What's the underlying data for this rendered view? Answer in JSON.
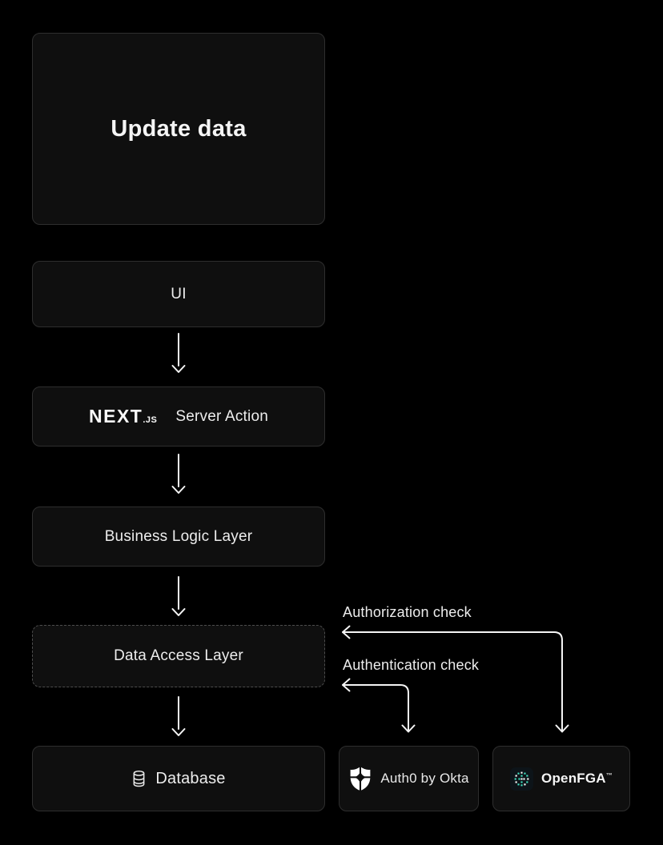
{
  "title": "Update data flow diagram",
  "nodes": {
    "update_data": {
      "label": "Update data"
    },
    "ui": {
      "label": "UI"
    },
    "server_action": {
      "brand": "NEXT",
      "brand_suffix": ".js",
      "label": "Server Action"
    },
    "business_logic": {
      "label": "Business Logic Layer"
    },
    "data_access": {
      "label": "Data Access Layer"
    },
    "database": {
      "label": "Database",
      "icon": "database-cylinder-icon"
    },
    "auth0": {
      "label": "Auth0 by Okta",
      "icon": "auth0-shield-icon"
    },
    "openfga": {
      "label": "OpenFGA",
      "trademark": "™",
      "icon": "openfga-logo-icon"
    }
  },
  "annotations": {
    "authorization": {
      "label": "Authorization check"
    },
    "authentication": {
      "label": "Authentication check"
    }
  },
  "edges": [
    {
      "from": "ui",
      "to": "server_action",
      "type": "down-arrow"
    },
    {
      "from": "server_action",
      "to": "business_logic",
      "type": "down-arrow"
    },
    {
      "from": "business_logic",
      "to": "data_access",
      "type": "down-arrow"
    },
    {
      "from": "data_access",
      "to": "database",
      "type": "down-arrow"
    },
    {
      "from": "openfga",
      "to": "data_access",
      "type": "elbow",
      "label": "Authorization check",
      "bidirectional": true
    },
    {
      "from": "auth0",
      "to": "data_access",
      "type": "elbow",
      "label": "Authentication check",
      "bidirectional": true
    }
  ],
  "colors": {
    "background": "#000000",
    "node_fill": "#0f0f0f",
    "node_border": "#2e2e2e",
    "dashed_border": "#4d4d4d",
    "text": "#ededed",
    "arrow": "#f5f5f5",
    "openfga_teal": "#40e0c0",
    "openfga_tile": "#0d1419",
    "auth0_white": "#ffffff"
  }
}
